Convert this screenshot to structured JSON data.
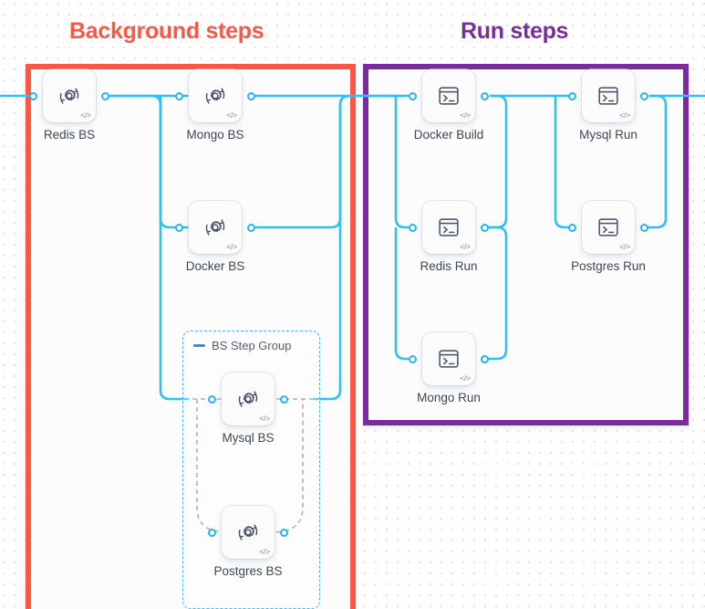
{
  "sections": [
    {
      "id": "background",
      "title": "Background steps",
      "color": "#fb5646"
    },
    {
      "id": "run",
      "title": "Run steps",
      "color": "#7b2b9e"
    }
  ],
  "step_group": {
    "label": "BS Step Group",
    "collapse_icon": "minus-icon",
    "border_color": "#45b6ef"
  },
  "edge_color": "#2fc0f5",
  "nodes": [
    {
      "id": "redis-bs",
      "label": "Redis BS",
      "icon": "gear-sync-icon",
      "badge": "</>",
      "section": "background"
    },
    {
      "id": "mongo-bs",
      "label": "Mongo BS",
      "icon": "gear-sync-icon",
      "badge": "</>",
      "section": "background"
    },
    {
      "id": "docker-bs",
      "label": "Docker BS",
      "icon": "gear-sync-icon",
      "badge": "</>",
      "section": "background"
    },
    {
      "id": "mysql-bs",
      "label": "Mysql BS",
      "icon": "gear-sync-icon",
      "badge": "</>",
      "section": "background"
    },
    {
      "id": "postgres-bs",
      "label": "Postgres BS",
      "icon": "gear-sync-icon",
      "badge": "</>",
      "section": "background"
    },
    {
      "id": "docker-build",
      "label": "Docker Build",
      "icon": "terminal-icon",
      "badge": "</>",
      "section": "run"
    },
    {
      "id": "mysql-run",
      "label": "Mysql Run",
      "icon": "terminal-icon",
      "badge": "</>",
      "section": "run"
    },
    {
      "id": "redis-run",
      "label": "Redis Run",
      "icon": "terminal-icon",
      "badge": "</>",
      "section": "run"
    },
    {
      "id": "postgres-run",
      "label": "Postgres Run",
      "icon": "terminal-icon",
      "badge": "</>",
      "section": "run"
    },
    {
      "id": "mongo-run",
      "label": "Mongo Run",
      "icon": "terminal-icon",
      "badge": "</>",
      "section": "run"
    }
  ]
}
